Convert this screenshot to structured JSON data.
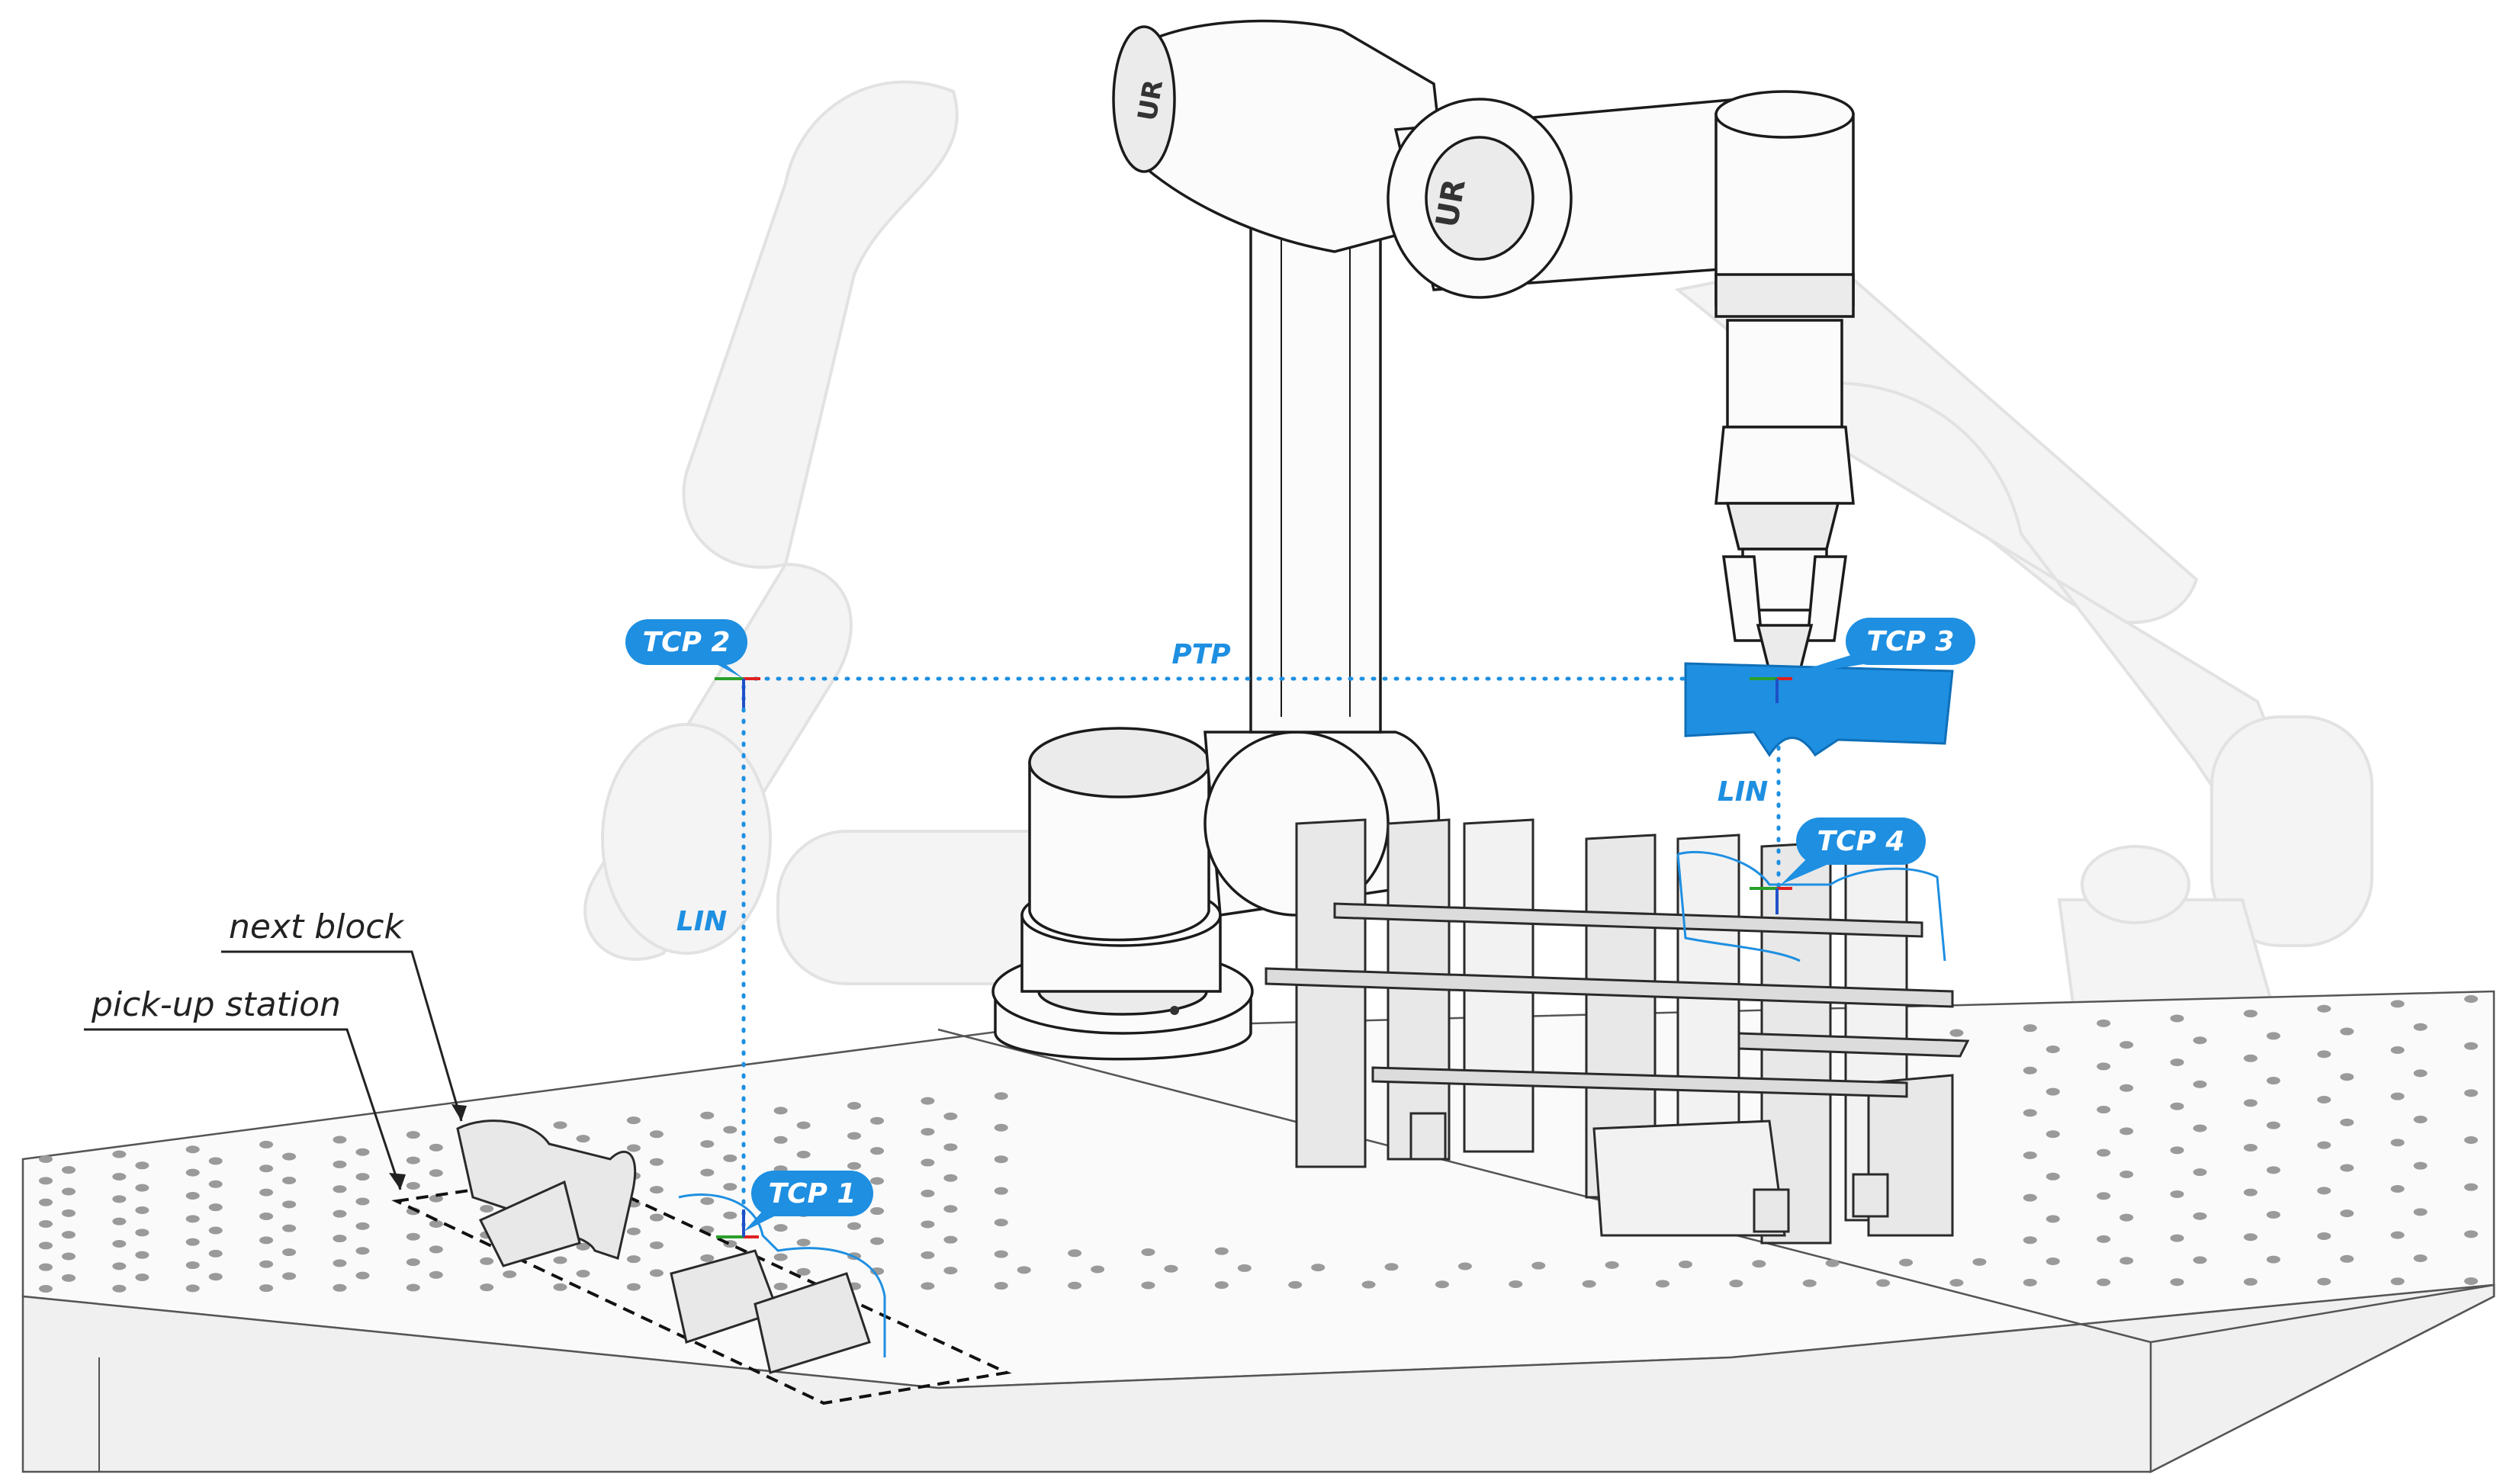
{
  "labels": {
    "next_block": "next block",
    "pickup_station": "pick-up station"
  },
  "tcp": {
    "tcp1": "TCP 1",
    "tcp2": "TCP 2",
    "tcp3": "TCP 3",
    "tcp4": "TCP 4"
  },
  "motions": {
    "ptp": "PTP",
    "lin_vertical": "LIN",
    "lin_gripper": "LIN"
  },
  "robot_logo": "UR",
  "colors": {
    "accent": "#1E8FE1",
    "outline": "#1b1b1b",
    "ghost": "#e2e2e2"
  }
}
